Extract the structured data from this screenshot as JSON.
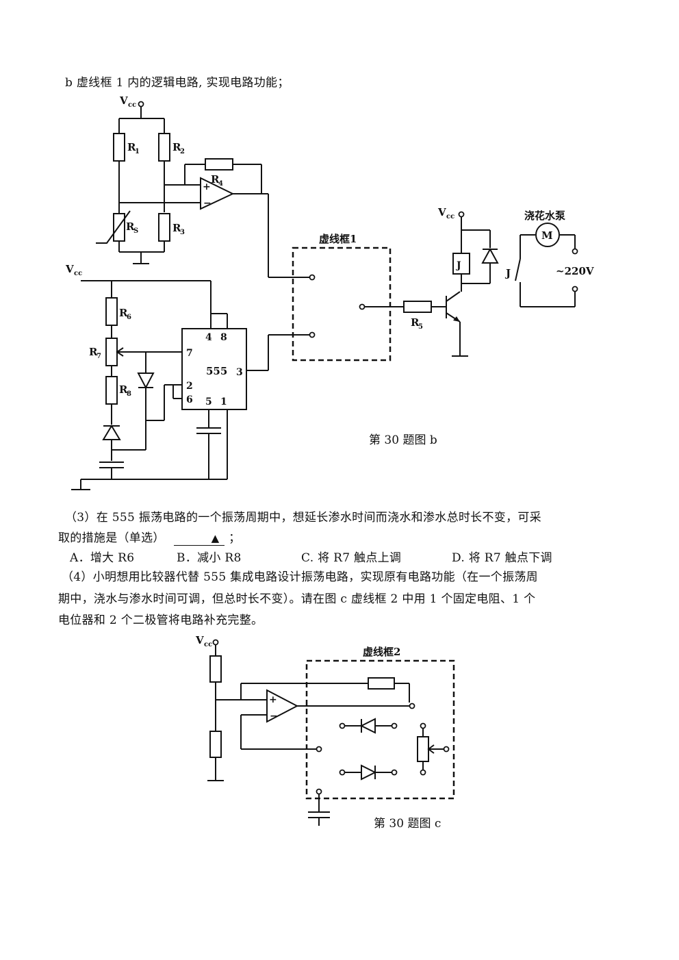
{
  "intro_line": "b 虚线框 1 内的逻辑电路, 实现电路功能；",
  "figure_b": {
    "caption": "第 30 题图 b",
    "labels": {
      "vcc_top": "V",
      "vcc_sub": "cc",
      "r1": "R",
      "r1_sub": "1",
      "r2": "R",
      "r2_sub": "2",
      "r3": "R",
      "r3_sub": "3",
      "r4": "R",
      "r4_sub": "4",
      "rs": "R",
      "rs_sub": "S",
      "r5": "R",
      "r5_sub": "5",
      "r6": "R",
      "r6_sub": "6",
      "r7": "R",
      "r7_sub": "7",
      "r8": "R",
      "r8_sub": "8",
      "box1": "虚线框1",
      "chip_name": "555",
      "pin4": "4",
      "pin8": "8",
      "pin7": "7",
      "pin2": "2",
      "pin6": "6",
      "pin5": "5",
      "pin1": "1",
      "pin3": "3",
      "relay": "J",
      "relay_contact": "J",
      "pump_title": "浇花水泵",
      "motor": "M",
      "mains": "~220V",
      "plus": "+",
      "minus": "−"
    }
  },
  "question3": {
    "stem": "（3）在 555 振荡电路的一个振荡周期中，想延长渗水时间而浇水和渗水总时长不变，可采",
    "stem2": "取的措施是（单选）",
    "blank_mark": "▲",
    "end": "；",
    "options": [
      "A．增大 R6",
      "B．减小 R8",
      "C. 将 R7 触点上调",
      "D. 将 R7 触点下调"
    ]
  },
  "question4": {
    "line1": "（4）小明想用比较器代替 555 集成电路设计振荡电路，实现原有电路功能（在一个振荡周",
    "line2": "期中，浇水与渗水时间可调，但总时长不变）。请在图 c 虚线框 2 中用 1 个固定电阻、1 个",
    "line3": "电位器和 2 个二极管将电路补充完整。"
  },
  "figure_c": {
    "caption": "第 30 题图 c",
    "box2": "虚线框2",
    "vcc": "V",
    "vcc_sub": "cc",
    "plus": "+",
    "minus": "−"
  }
}
